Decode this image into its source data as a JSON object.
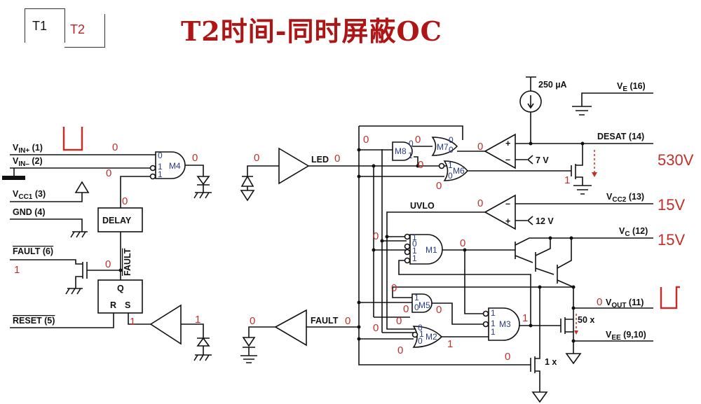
{
  "tabs": [
    {
      "label": "T1",
      "active": true
    },
    {
      "label": "T2",
      "active": false
    }
  ],
  "title": "T2时间-同时屏蔽OC",
  "pins": {
    "vin_plus": {
      "main": "V",
      "sub": "IN+",
      "pin": " (1)"
    },
    "vin_minus": {
      "main": "V",
      "sub": "IN–",
      "pin": " (2)"
    },
    "vcc1": {
      "main": "V",
      "sub": "CC1",
      "pin": " (3)"
    },
    "gnd": "GND (4)",
    "fault": "FAULT (6)",
    "reset": "RESET (5)",
    "ve": {
      "main": "V",
      "sub": "E",
      "pin": " (16)"
    },
    "desat": "DESAT (14)",
    "vcc2": {
      "main": "V",
      "sub": "CC2",
      "pin": " (13)"
    },
    "vc": {
      "main": "V",
      "sub": "C",
      "pin": " (12)"
    },
    "vout": {
      "main": "V",
      "sub": "OUT",
      "pin": " (11)"
    },
    "vee": {
      "main": "V",
      "sub": "EE",
      "pin": " (9,10)"
    }
  },
  "blocks": {
    "delay": "DELAY",
    "q": "Q",
    "r": "R",
    "s": "S",
    "fault_internal": "FAULT",
    "led": "LED",
    "fault_out": "FAULT",
    "uvlo": "UVLO",
    "current_source": "250 µA",
    "ref_7v": "7 V",
    "ref_12v": "12 V",
    "mos_50x": "50 x",
    "mos_1x": "1 x",
    "plus": "+",
    "minus": "–"
  },
  "gates": {
    "m1": "M1",
    "m2": "M2",
    "m3": "M3",
    "m4": "M4",
    "m5": "M5",
    "m6": "M6",
    "m7": "M7",
    "m8": "M8"
  },
  "gate_inputs": {
    "m4": [
      "0",
      "1",
      "1"
    ],
    "m1": [
      "1",
      "0",
      "1",
      "1"
    ],
    "m2": [
      "0",
      "1",
      "0"
    ],
    "m3": [
      "1",
      "1",
      "1"
    ],
    "m5": [
      "1",
      "0"
    ],
    "m6": [
      "1",
      "0"
    ],
    "m7": [
      "0",
      "0"
    ],
    "m8": [
      "0",
      "1"
    ]
  },
  "states": [
    "0",
    "0",
    "0",
    "0",
    "1",
    "0",
    "1",
    "1",
    "0",
    "0",
    "0",
    "0",
    "0",
    "0",
    "0",
    "0",
    "0",
    "1",
    "0",
    "0",
    "0",
    "0",
    "0",
    "0",
    "0",
    "0",
    "0",
    "1",
    "1",
    "0",
    "0"
  ],
  "voltages": {
    "desat": "530V",
    "vcc2": "15V",
    "vc": "15V"
  },
  "colors": {
    "annotation": "#c0302a",
    "title": "#b01515",
    "gate_label": "#2a3a8a"
  }
}
